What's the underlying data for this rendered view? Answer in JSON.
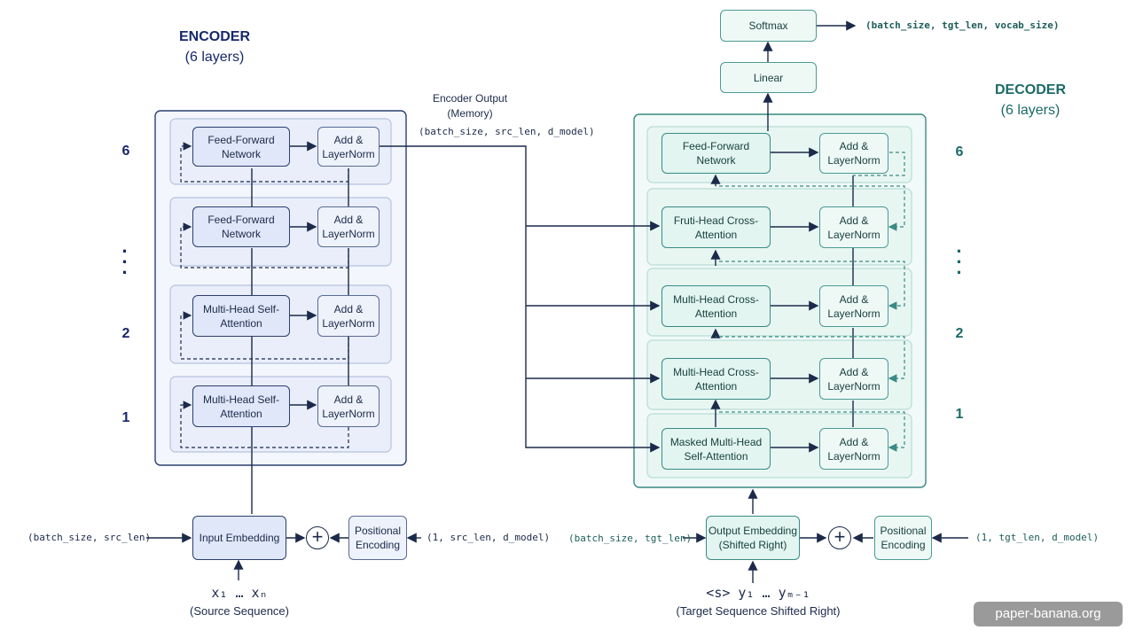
{
  "encoder": {
    "title": "ENCODER",
    "subtitle": "(6 layers)",
    "layer_labels": [
      "6",
      "2",
      "1"
    ],
    "layers": [
      {
        "sublayer": "Feed-Forward Network",
        "add_norm": "Add & LayerNorm"
      },
      {
        "sublayer": "Feed-Forward Network",
        "add_norm": "Add & LayerNorm"
      },
      {
        "sublayer": "Multi-Head Self-Attention",
        "add_norm": "Add & LayerNorm"
      },
      {
        "sublayer": "Multi-Head Self-Attention",
        "add_norm": "Add & LayerNorm"
      }
    ],
    "input_embedding": "Input Embedding",
    "positional_encoding": "Positional Encoding",
    "input_shape": "(batch_size, src_len)",
    "pe_shape": "(1, src_len, d_model)",
    "source_symbols": "x₁ … xₙ",
    "source_caption": "(Source Sequence)"
  },
  "encoder_output": {
    "line1": "Encoder Output",
    "line2": "(Memory)",
    "shape": "(batch_size, src_len, d_model)"
  },
  "decoder": {
    "title": "DECODER",
    "subtitle": "(6 layers)",
    "layer_labels": [
      "6",
      "2",
      "1"
    ],
    "layers": [
      {
        "sublayer": "Feed-Forward Network",
        "add_norm": "Add & LayerNorm"
      },
      {
        "sublayer": "Fruti-Head Cross-Attention",
        "add_norm": "Add & LayerNorm"
      },
      {
        "sublayer": "Multi-Head Cross-Attention",
        "add_norm": "Add & LayerNorm"
      },
      {
        "sublayer": "Multi-Head Cross-Attention",
        "add_norm": "Add & LayerNorm"
      },
      {
        "sublayer": "Masked Multi-Head Self-Attention",
        "add_norm": "Add & LayerNorm"
      }
    ],
    "linear": "Linear",
    "softmax": "Softmax",
    "output_shape": "(batch_size, tgt_len, vocab_size)",
    "output_embedding": "Output Embedding (Shifted Right)",
    "positional_encoding": "Positional Encoding",
    "input_shape": "(batch_size, tgt_len)",
    "pe_shape": "(1, tgt_len, d_model)",
    "target_symbols": "<s> y₁ … yₘ₋₁",
    "target_caption": "(Target Sequence Shifted Right)"
  },
  "watermark": "paper-banana.org",
  "colors": {
    "encoder_accent": "#16286b",
    "decoder_accent": "#1b6a66"
  }
}
